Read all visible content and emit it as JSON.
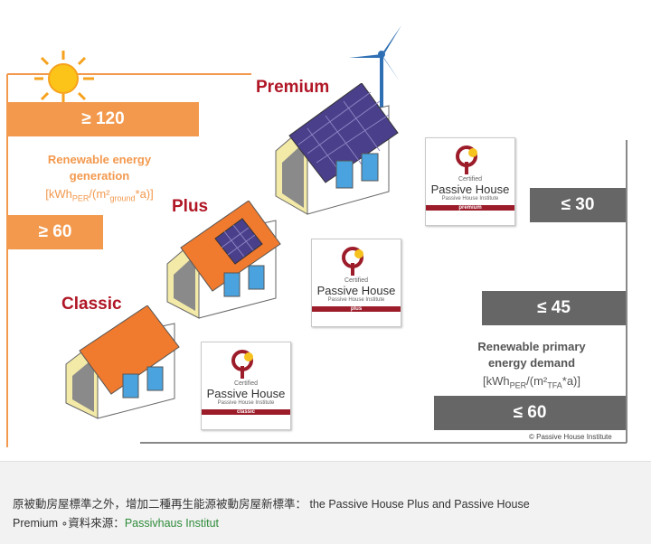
{
  "diagram": {
    "tiers": {
      "premium": "Premium",
      "plus": "Plus",
      "classic": "Classic"
    },
    "generation": {
      "bar_high": "≥ 120",
      "bar_low": "≥ 60",
      "label_line1": "Renewable energy",
      "label_line2": "generation",
      "unit_prefix": "[kWh",
      "unit_sub1": "PER",
      "unit_mid": "/(m²",
      "unit_sub2": "ground",
      "unit_suffix": "*a)]"
    },
    "demand": {
      "bar_30": "≤ 30",
      "bar_45": "≤ 45",
      "bar_60": "≤ 60",
      "label_line1": "Renewable primary",
      "label_line2": "energy demand",
      "unit_prefix": "[kWh",
      "unit_sub1": "PER",
      "unit_mid": "/(m²",
      "unit_sub2": "TFA",
      "unit_suffix": "*a)]"
    },
    "certificates": {
      "certified": "Certified",
      "name": "Passive House",
      "institute": "Passive House Institute",
      "premium_band": "premium",
      "plus_band": "plus",
      "classic_band": "classic"
    },
    "credit": "© Passive House Institute"
  },
  "caption": {
    "line1": "原被動房屋標準之外，增加二種再生能源被動房屋新標準： the Passive House Plus and Passive House",
    "line2_prefix": "Premium ∘資料來源：",
    "source_link": "Passivhaus Institut"
  },
  "colors": {
    "orange": "#f3994e",
    "grey": "#666666",
    "red_label": "#b01625",
    "cert_band": "#9c1c2a",
    "roof_orange": "#f07a2e",
    "solar_panel": "#4a3f8a",
    "link_green": "#2e8b3a"
  }
}
